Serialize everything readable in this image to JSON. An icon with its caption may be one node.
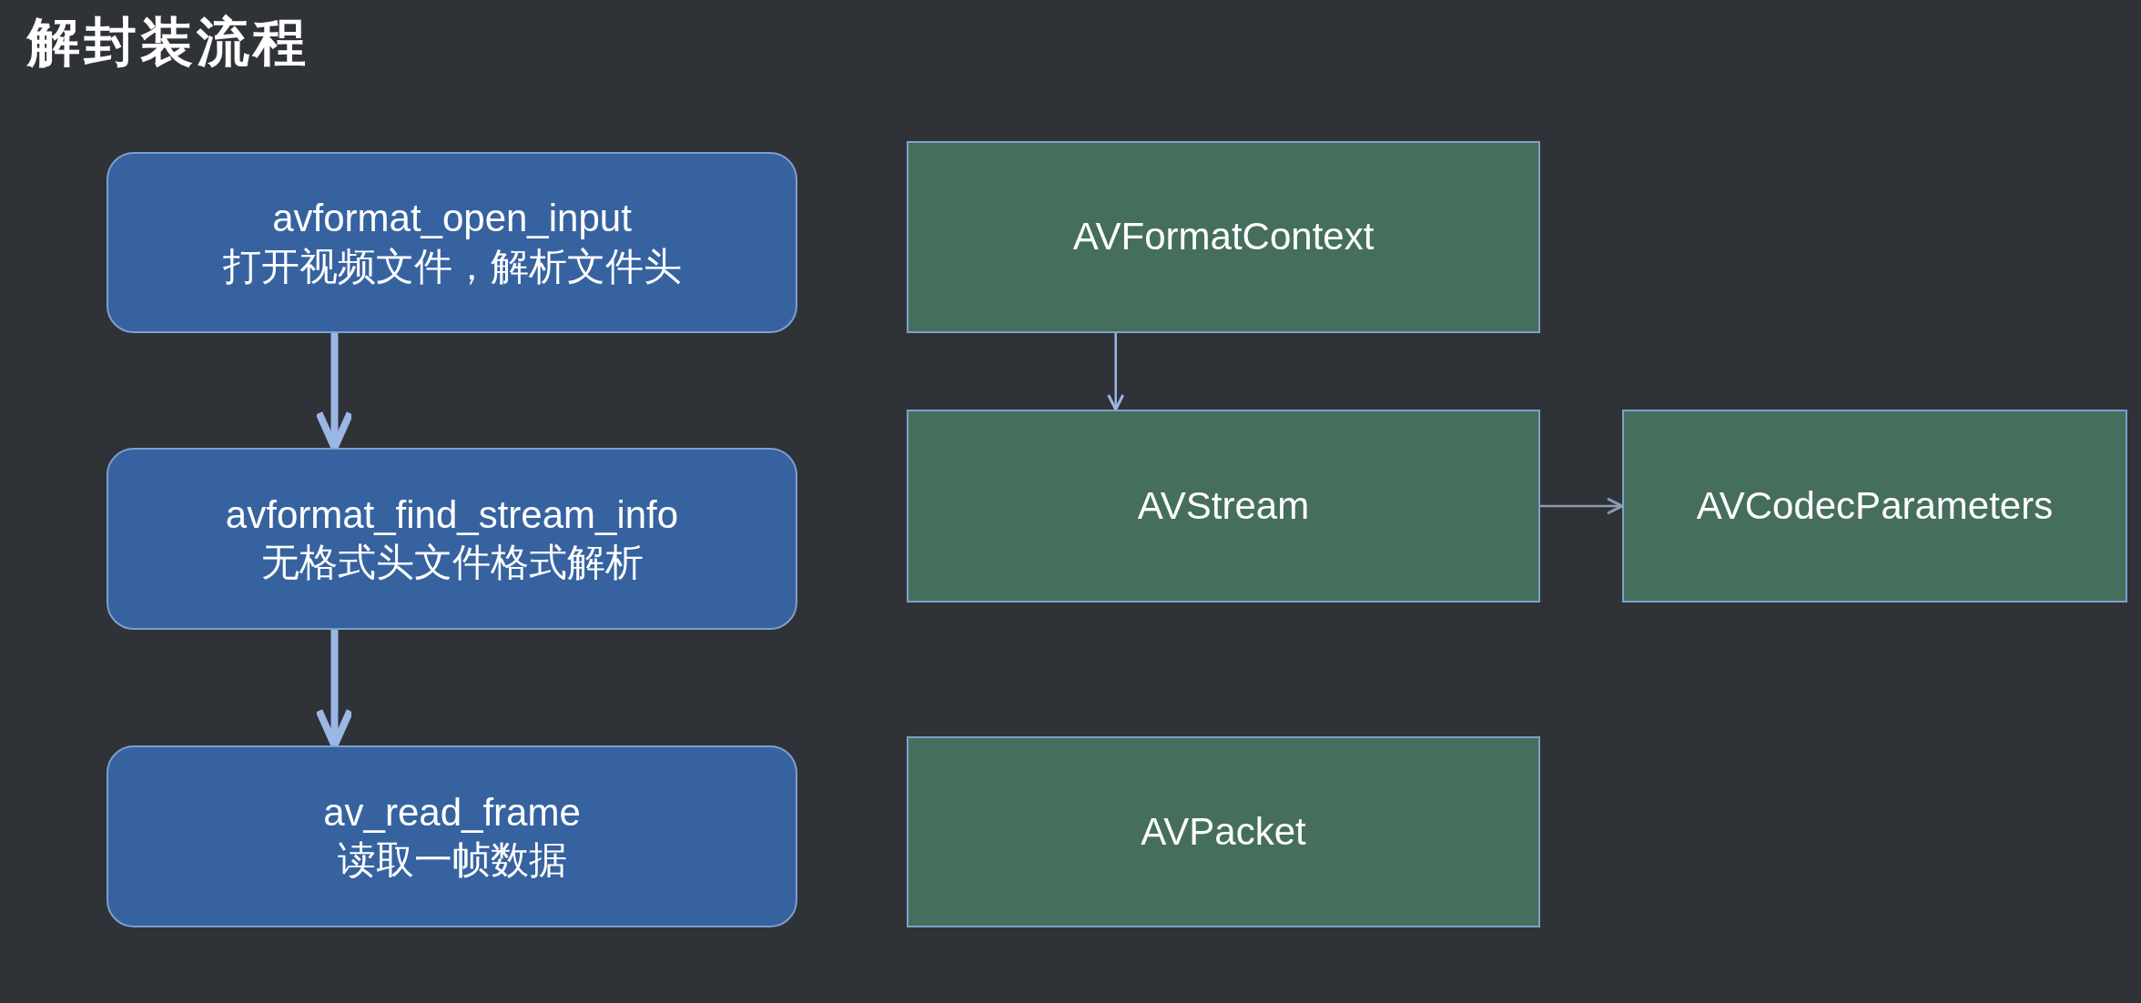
{
  "diagram": {
    "title": "解封装流程",
    "nodes": [
      {
        "text": [
          "avformat_open_input",
          "打开视频文件，解析文件头"
        ]
      },
      {
        "text": [
          "avformat_find_stream_info",
          "无格式头文件格式解析"
        ]
      },
      {
        "text": [
          "av_read_frame",
          "读取一帧数据"
        ]
      },
      {
        "text": [
          "AVFormatContext"
        ]
      },
      {
        "text": [
          "AVStream"
        ]
      },
      {
        "text": [
          "AVCodecParameters"
        ]
      },
      {
        "text": [
          "AVPacket"
        ]
      }
    ],
    "edges": [
      {
        "from": 0,
        "to": 1,
        "arrow": "to",
        "style": "thick"
      },
      {
        "from": 1,
        "to": 2,
        "arrow": "to",
        "style": "thick"
      },
      {
        "from": 3,
        "to": 4,
        "arrow": "to"
      },
      {
        "from": 4,
        "to": 5,
        "arrow": "to",
        "color": "#8e99b3"
      }
    ]
  }
}
